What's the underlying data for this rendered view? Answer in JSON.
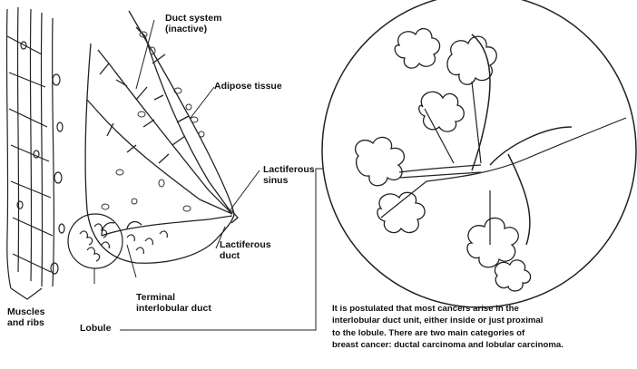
{
  "labels": {
    "duct_system": [
      "Duct system",
      "(inactive)"
    ],
    "adipose": "Adipose tissue",
    "lactiferous_sinus": [
      "Lactiferous",
      "sinus"
    ],
    "lactiferous_duct": [
      "Lactiferous",
      "duct"
    ],
    "terminal_duct": [
      "Terminal",
      "interlobular duct"
    ],
    "muscles": [
      "Muscles",
      "and ribs"
    ],
    "lobule": "Lobule"
  },
  "caption": [
    "It is postulated that most cancers arise in the",
    "interlobular duct unit,  either inside or just proximal",
    "to the lobule.  There are two main categories of",
    "breast cancer: ductal  carcinoma and lobular carcinoma."
  ]
}
